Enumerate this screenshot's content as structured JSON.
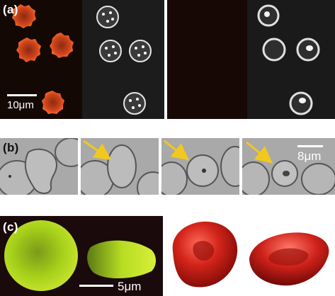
{
  "figure": {
    "panel_a": {
      "label": "(a)",
      "scale_label": "10μm"
    },
    "panel_b": {
      "label": "(b)",
      "scale_label": "8μm"
    },
    "panel_c": {
      "label": "(c)",
      "scale_label": "5μm"
    },
    "colors": {
      "fluorescence_red": "#e0461c",
      "dark_background": "#140805",
      "phase_background": "#1c1c1c",
      "brightfield_gray": "#a9a9a9",
      "arrow_yellow": "#f2c81e",
      "fluorescence_green": "#a8d21a",
      "render_red": "#c41a12"
    },
    "icons": [
      "yellow-arrow-icon"
    ]
  }
}
